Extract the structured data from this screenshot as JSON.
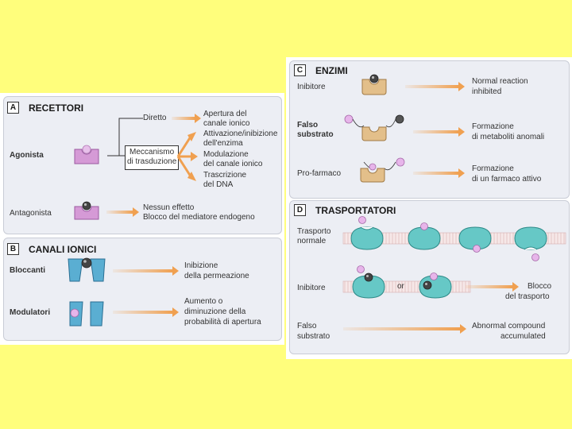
{
  "panel_a": {
    "letter": "A",
    "title": "RECETTORI",
    "agonista": "Agonista",
    "antagonista": "Antagonista",
    "diretto": "Diretto",
    "meccanismo_1": "Meccanismo",
    "meccanismo_2": "di trasduzione",
    "outcomes": [
      [
        "Apertura del",
        "canale ionico"
      ],
      [
        "Attivazione/inibizione",
        "dell'enzima"
      ],
      [
        "Modulazione",
        "del canale ionico"
      ],
      [
        "Trascrizione",
        "del DNA"
      ]
    ],
    "antag_result_1": "Nessun effetto",
    "antag_result_2": "Blocco del mediatore endogeno"
  },
  "panel_b": {
    "letter": "B",
    "title": "CANALI IONICI",
    "bloccanti": "Bloccanti",
    "modulatori": "Modulatori",
    "bloc_result_1": "Inibizione",
    "bloc_result_2": "della permeazione",
    "mod_result_1": "Aumento o",
    "mod_result_2": "diminuzione della",
    "mod_result_3": "probabilità di apertura"
  },
  "panel_c": {
    "letter": "C",
    "title": "ENZIMI",
    "inibitore": "Inibitore",
    "falso_1": "Falso",
    "falso_2": "substrato",
    "profarmaco": "Pro-farmaco",
    "res1_1": "Normal reaction",
    "res1_2": "inhibited",
    "res2_1": "Formazione",
    "res2_2": "di metaboliti anomali",
    "res3_1": "Formazione",
    "res3_2": "di un farmaco attivo"
  },
  "panel_d": {
    "letter": "D",
    "title": "TRASPORTATORI",
    "normale_1": "Trasporto",
    "normale_2": "normale",
    "inibitore": "Inibitore",
    "or": "or",
    "blocco_1": "Blocco",
    "blocco_2": "del trasporto",
    "falso_1": "Falso",
    "falso_2": "substrato",
    "abn_1": "Abnormal compound",
    "abn_2": "accumulated"
  },
  "colors": {
    "background": "#fffe7c",
    "arrow": "#f0a050",
    "receptor": "#d59ad6",
    "enzyme": "#e3bf8a",
    "channel": "#5aaed2",
    "transporter": "#66c8c6",
    "ligand": "#d8a2de"
  }
}
